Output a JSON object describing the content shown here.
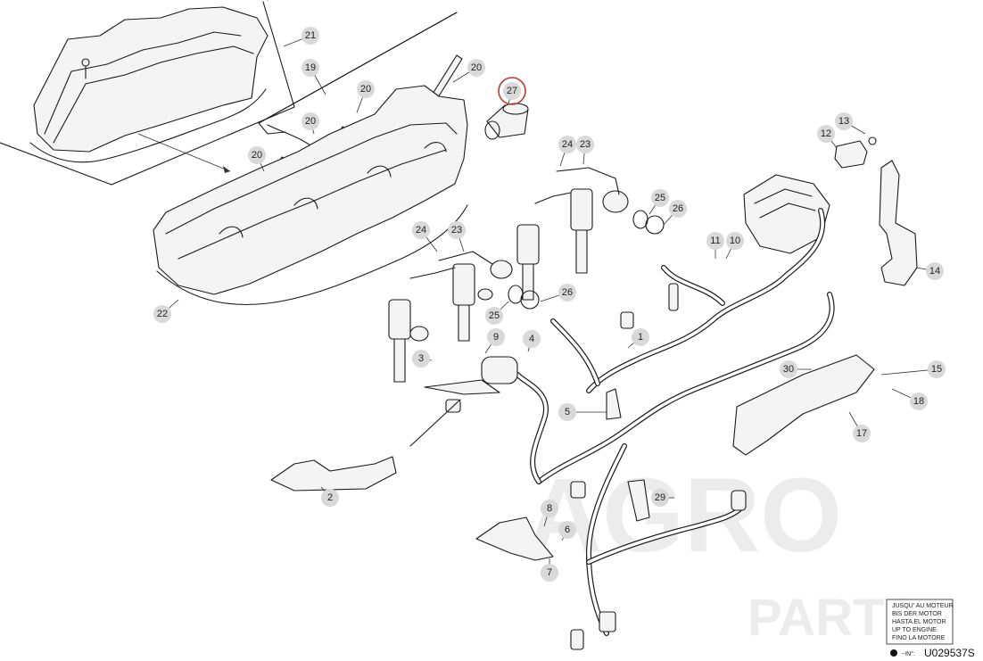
{
  "diagram": {
    "callouts": [
      {
        "id": "c21",
        "label": "21"
      },
      {
        "id": "c19",
        "label": "19"
      },
      {
        "id": "c20a",
        "label": "20"
      },
      {
        "id": "c20b",
        "label": "20"
      },
      {
        "id": "c20c",
        "label": "20"
      },
      {
        "id": "c20d",
        "label": "20"
      },
      {
        "id": "c27",
        "label": "27",
        "highlighted": true
      },
      {
        "id": "c13",
        "label": "13"
      },
      {
        "id": "c12",
        "label": "12"
      },
      {
        "id": "c24a",
        "label": "24"
      },
      {
        "id": "c23a",
        "label": "23"
      },
      {
        "id": "c25a",
        "label": "25"
      },
      {
        "id": "c26a",
        "label": "26"
      },
      {
        "id": "c11",
        "label": "11"
      },
      {
        "id": "c10",
        "label": "10"
      },
      {
        "id": "c14",
        "label": "14"
      },
      {
        "id": "c24b",
        "label": "24"
      },
      {
        "id": "c23b",
        "label": "23"
      },
      {
        "id": "c22",
        "label": "22"
      },
      {
        "id": "c25b",
        "label": "25"
      },
      {
        "id": "c26b",
        "label": "26"
      },
      {
        "id": "c9",
        "label": "9"
      },
      {
        "id": "c4",
        "label": "4"
      },
      {
        "id": "c1",
        "label": "1"
      },
      {
        "id": "c3",
        "label": "3"
      },
      {
        "id": "c30",
        "label": "30"
      },
      {
        "id": "c15",
        "label": "15"
      },
      {
        "id": "c18",
        "label": "18"
      },
      {
        "id": "c5",
        "label": "5"
      },
      {
        "id": "c17",
        "label": "17"
      },
      {
        "id": "c2",
        "label": "2"
      },
      {
        "id": "c29",
        "label": "29"
      },
      {
        "id": "c8",
        "label": "8"
      },
      {
        "id": "c6",
        "label": "6"
      },
      {
        "id": "c7",
        "label": "7"
      }
    ],
    "highlight_color": "#c0392b",
    "callout_fill": "#d9d9d9"
  },
  "watermark": {
    "line1": "AGRO",
    "line2": "PARTS"
  },
  "validity_box": {
    "lines": [
      "JUSQU' AU MOTEUR",
      "BIS DER MOTOR",
      "HASTA EL MOTOR",
      "UP TO ENGINE",
      "FINO LA MOTORE"
    ]
  },
  "footer": {
    "serial_prefix": "⊣N°:",
    "drawing_code": "U029537S"
  }
}
